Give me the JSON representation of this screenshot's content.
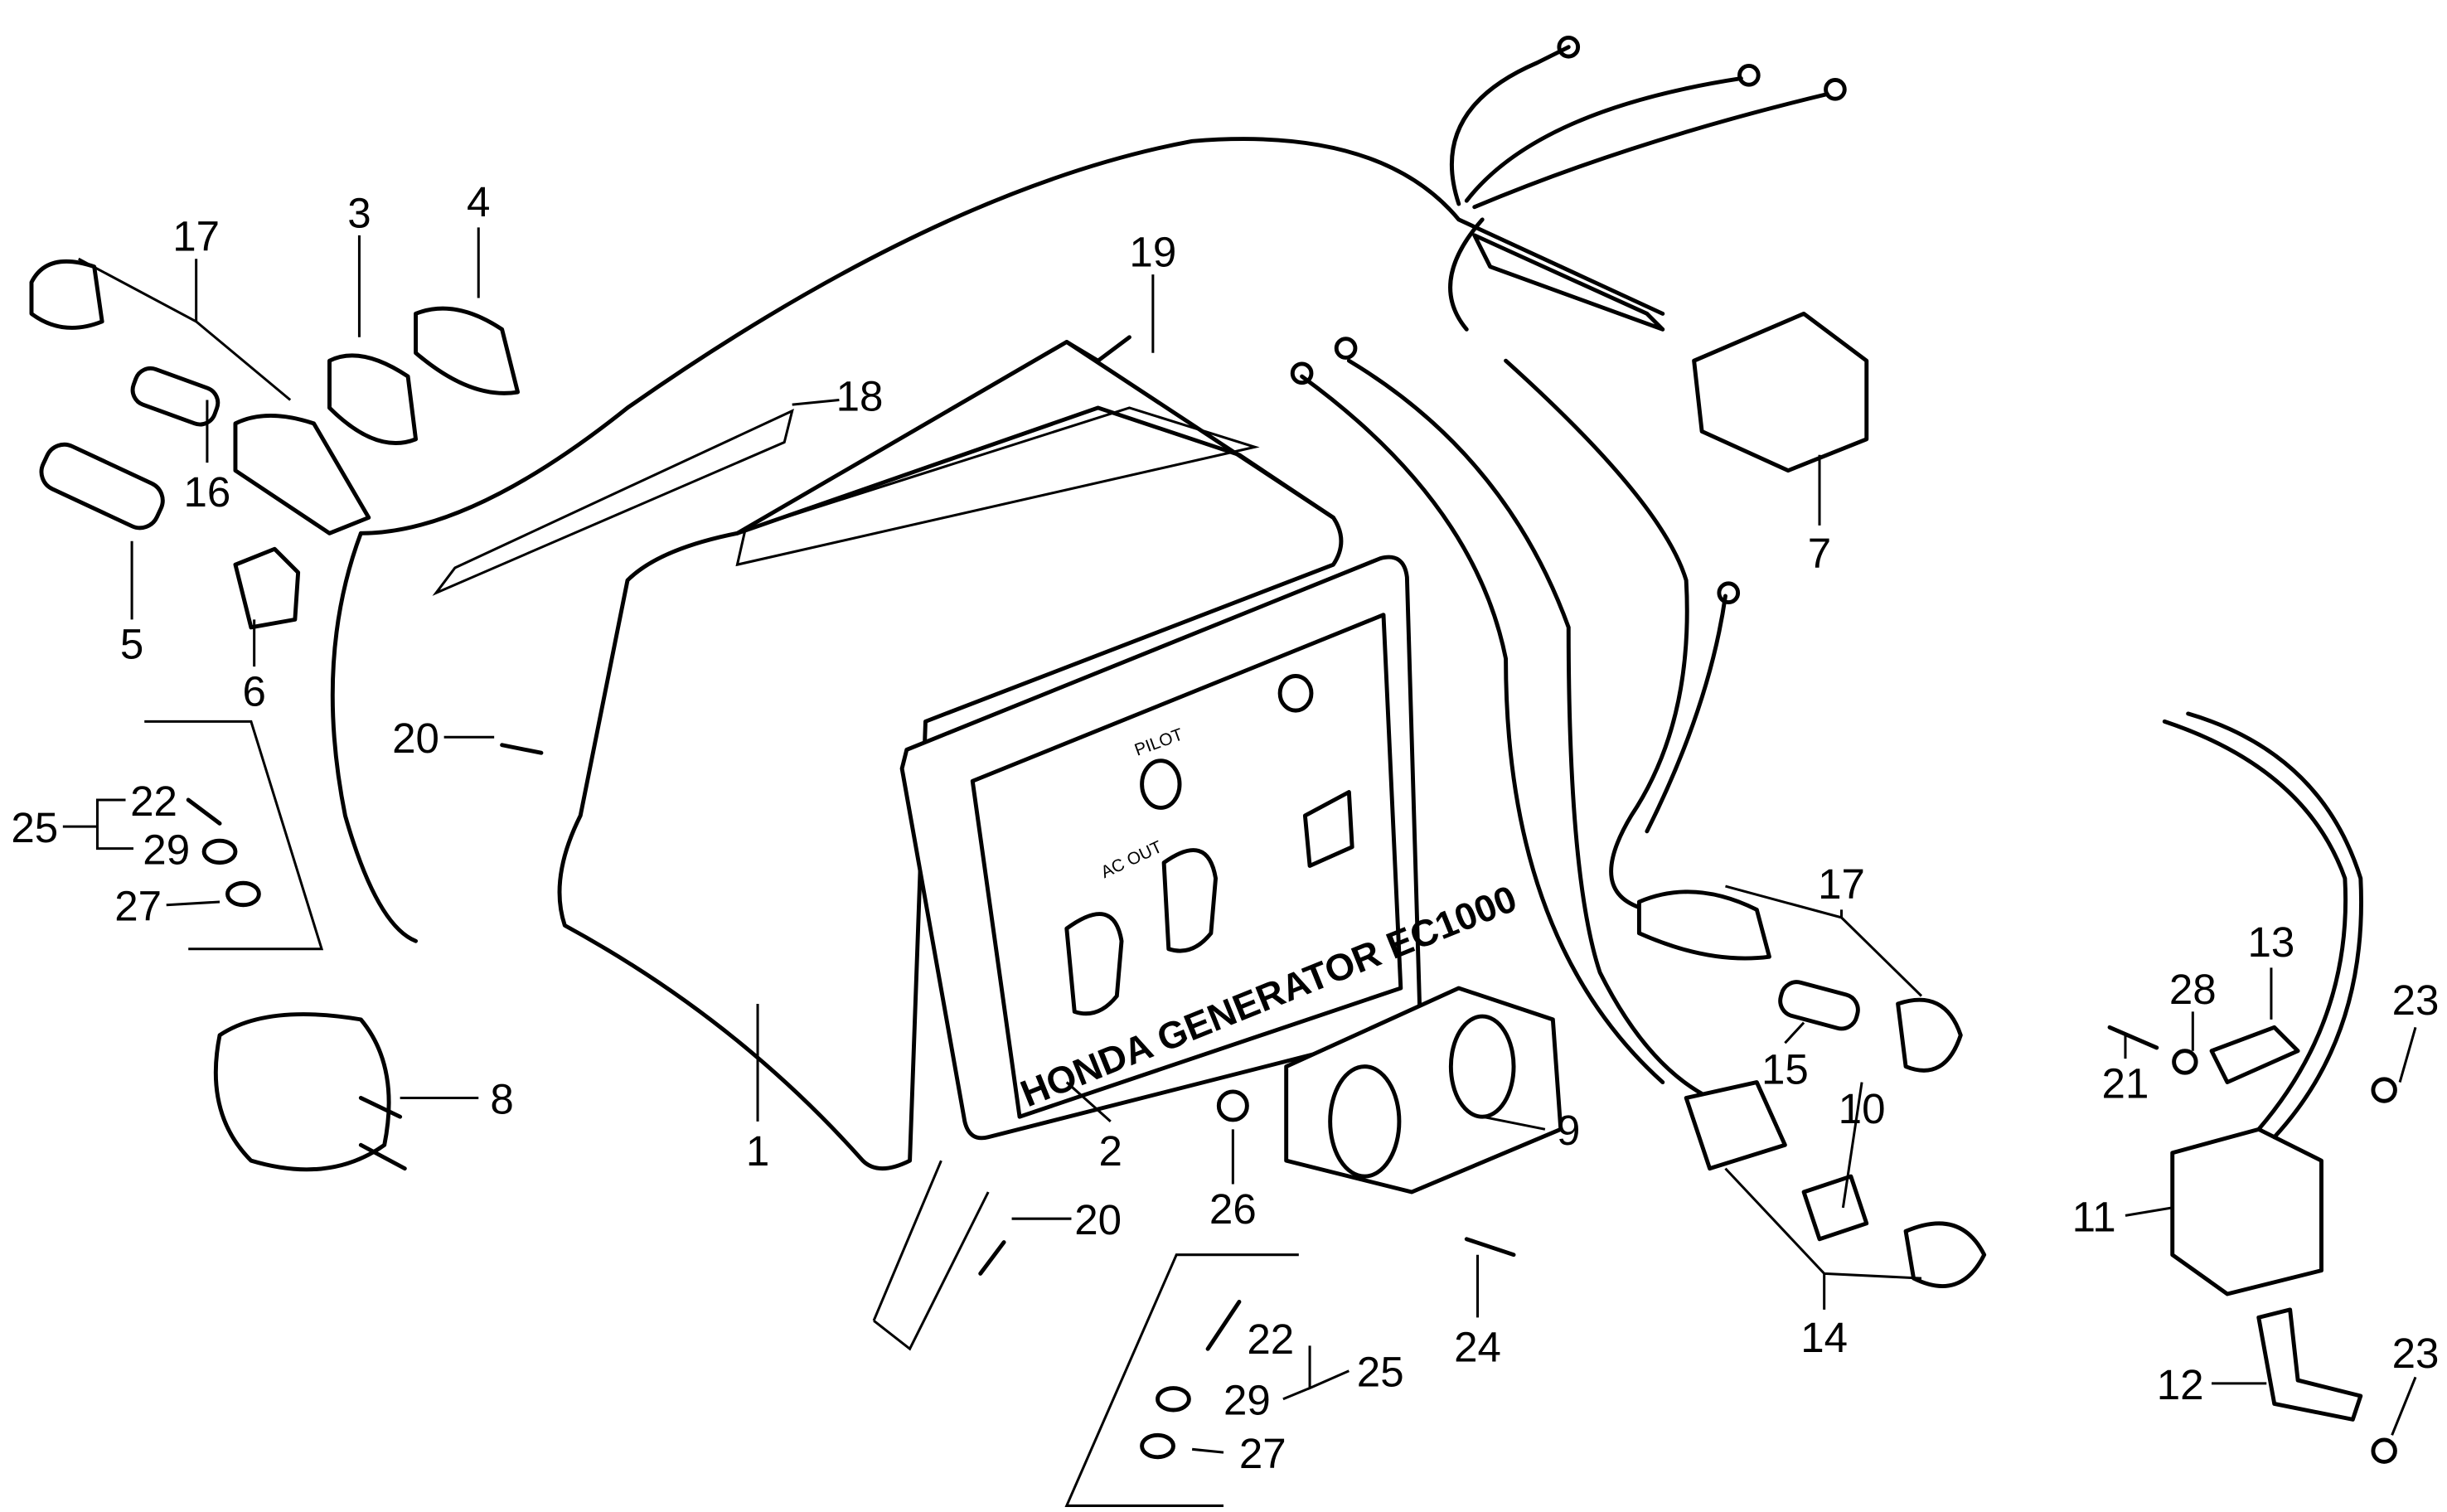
{
  "diagram": {
    "panel_text": {
      "brand_model": "HONDA GENERATOR EC1000",
      "ac_out": "AC OUT",
      "pilot": "PILOT"
    },
    "part_labels": [
      "17",
      "3",
      "4",
      "19",
      "18",
      "16",
      "5",
      "6",
      "7",
      "20",
      "25",
      "22",
      "29",
      "27",
      "8",
      "1",
      "2",
      "26",
      "9",
      "20",
      "17",
      "15",
      "10",
      "14",
      "24",
      "22",
      "29",
      "25",
      "27",
      "13",
      "28",
      "23",
      "21",
      "11",
      "12",
      "23"
    ]
  }
}
